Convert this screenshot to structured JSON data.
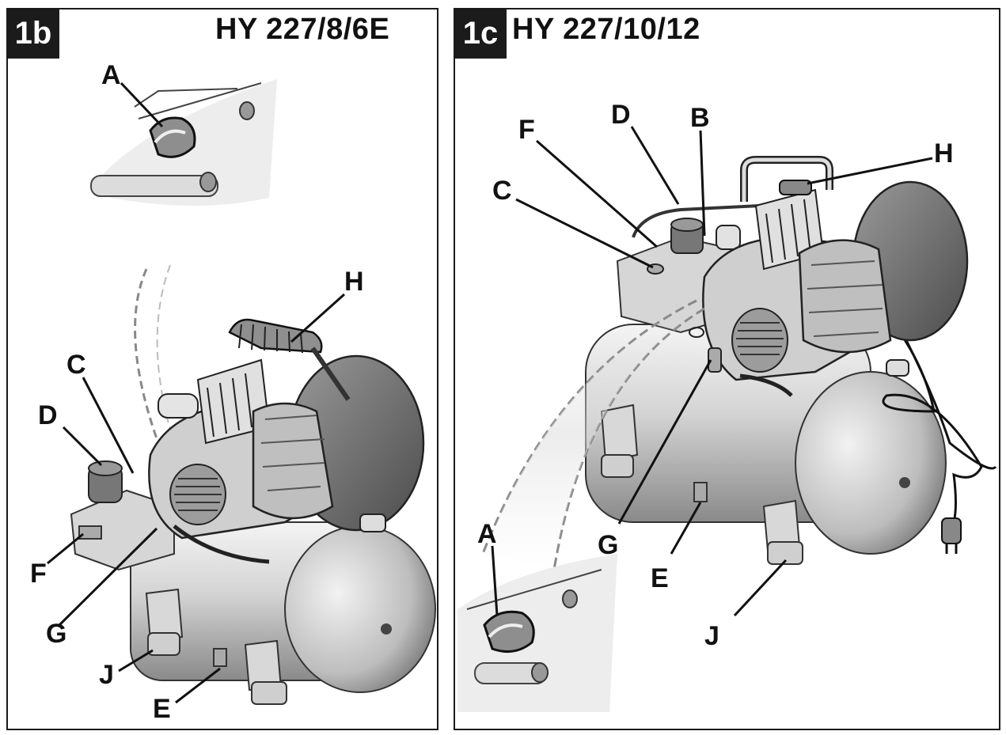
{
  "figures": [
    {
      "badge": "1b",
      "model": "HY 227/8/6E",
      "labels": {
        "A": "A",
        "C": "C",
        "D": "D",
        "F": "F",
        "G": "G",
        "H": "H",
        "J": "J",
        "E": "E"
      }
    },
    {
      "badge": "1c",
      "model": "HY 227/10/12",
      "labels": {
        "D": "D",
        "B": "B",
        "F": "F",
        "H": "H",
        "C": "C",
        "G": "G",
        "A": "A",
        "E": "E",
        "J": "J"
      }
    }
  ],
  "colors": {
    "line": "#111111",
    "metal_light": "#e6e6e6",
    "metal_mid": "#bdbdbd",
    "metal_dark": "#7a7a7a",
    "badge_bg": "#1b1b1b"
  }
}
